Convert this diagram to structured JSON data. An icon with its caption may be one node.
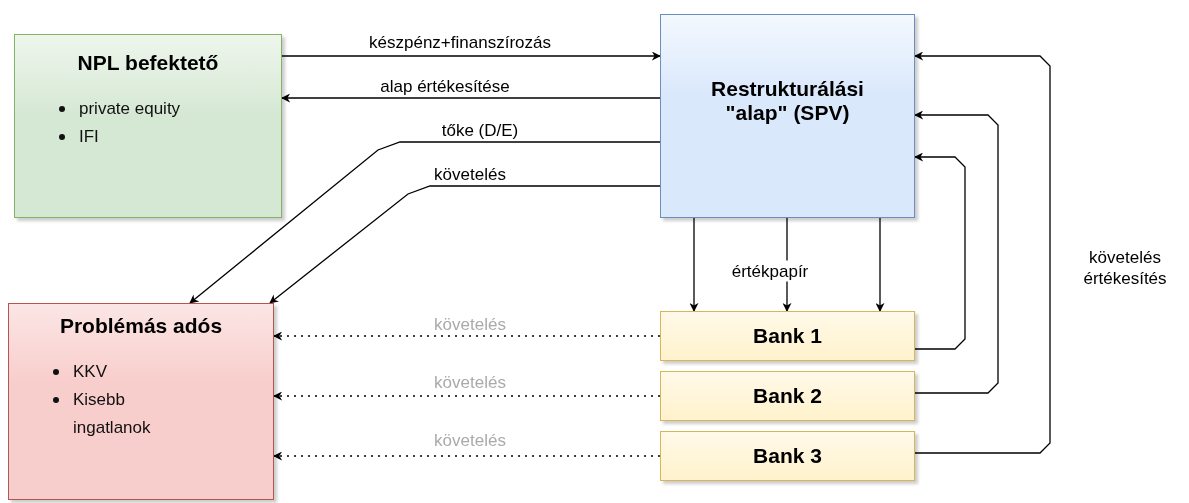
{
  "diagram": {
    "nodes": [
      {
        "text": [
          "NPL befektető",
          "private equity",
          "IFI"
        ]
      },
      {
        "text": [
          "Restrukturálási \"alap\" (SPV)"
        ]
      },
      {
        "text": [
          "Problémás adós",
          "KKV",
          "Kisebb ingatlanok"
        ]
      },
      {
        "text": [
          "Bank 1"
        ]
      },
      {
        "text": [
          "Bank 2"
        ]
      },
      {
        "text": [
          "Bank 3"
        ]
      }
    ],
    "edges": [
      {
        "from": 0,
        "to": 1,
        "arrow": "to",
        "label": "készpénz+finanszírozás"
      },
      {
        "from": 1,
        "to": 0,
        "arrow": "to",
        "label": "alap értékesítése"
      },
      {
        "from": 1,
        "to": 2,
        "arrow": "to",
        "label": "tőke (D/E)"
      },
      {
        "from": 1,
        "to": 2,
        "arrow": "to",
        "label": "követelés"
      },
      {
        "from": 1,
        "to": 3,
        "arrow": "to"
      },
      {
        "from": 1,
        "to": 3,
        "arrow": "to",
        "label": "értékpapír"
      },
      {
        "from": 1,
        "to": 3,
        "arrow": "to"
      },
      {
        "from": 3,
        "to": 2,
        "arrow": "to",
        "label": "követelés",
        "style": "dashed"
      },
      {
        "from": 4,
        "to": 2,
        "arrow": "to",
        "label": "követelés",
        "style": "dashed"
      },
      {
        "from": 5,
        "to": 2,
        "arrow": "to",
        "label": "követelés",
        "style": "dashed"
      },
      {
        "from": 3,
        "to": 1,
        "arrow": "to"
      },
      {
        "from": 4,
        "to": 1,
        "arrow": "to"
      },
      {
        "from": 5,
        "to": 1,
        "arrow": "to",
        "label": "követelés értékesítés"
      }
    ]
  }
}
